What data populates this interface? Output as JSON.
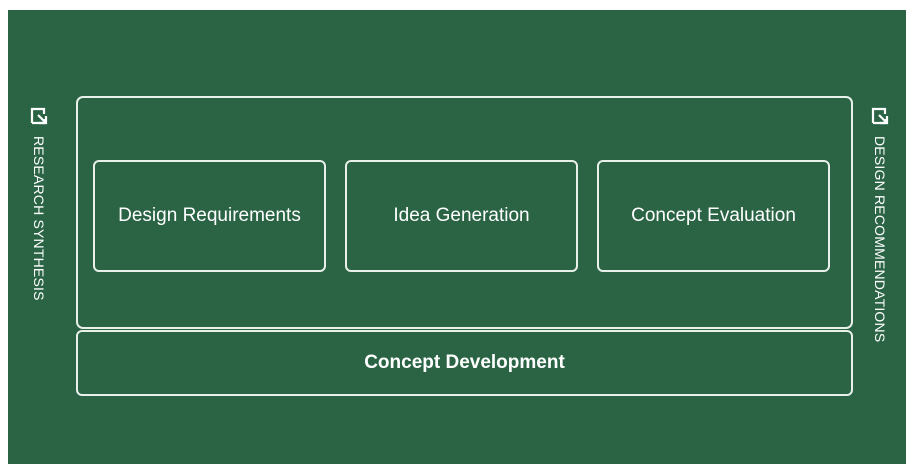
{
  "diagram": {
    "stages": [
      {
        "label": "Design Requirements"
      },
      {
        "label": "Idea Generation"
      },
      {
        "label": "Concept Evaluation"
      }
    ],
    "phase_label": "Concept Development",
    "left_side": {
      "label": "RESEARCH SYNTHESIS",
      "icon": "exit-arrow-icon"
    },
    "right_side": {
      "label": "DESIGN RECOMMENDATIONS",
      "icon": "exit-arrow-icon"
    }
  },
  "colors": {
    "background": "#2a6445",
    "stroke": "#e9efe9",
    "text": "#ffffff"
  }
}
